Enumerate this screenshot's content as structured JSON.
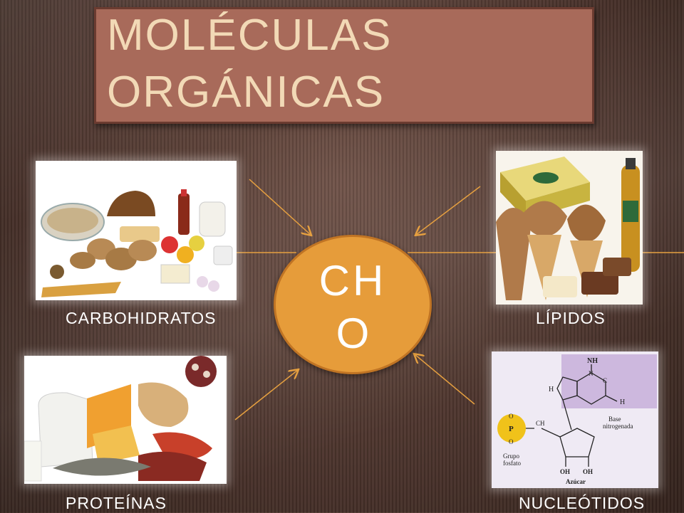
{
  "title": {
    "line1": "MOLÉCULAS",
    "line2": "ORGÁNICAS"
  },
  "center": {
    "line1": "CH",
    "line2": "O"
  },
  "categories": [
    {
      "label": "CARBOHIDRATOS"
    },
    {
      "label": "LÍPIDOS"
    },
    {
      "label": "PROTEÍNAS"
    },
    {
      "label": "NUCLEÓTIDOS"
    }
  ],
  "nucleotide_diagram": {
    "base_label_1": "Base",
    "base_label_2": "nitrogenada",
    "phosphate_label_1": "Grupo",
    "phosphate_label_2": "fosfato",
    "sugar_label": "Azúcar",
    "nh": "NH",
    "h": "H",
    "c": "C",
    "n": "N",
    "o": "O",
    "p": "P",
    "oh": "OH",
    "ch": "CH"
  },
  "colors": {
    "title_bg": "#a86a5a",
    "title_text": "#f2d9b6",
    "center_fill": "#e69c3a",
    "connector": "#e6a040"
  },
  "icons": [
    "carbohydrate-food-photo",
    "lipid-food-photo",
    "protein-food-photo",
    "nucleotide-structure-diagram"
  ]
}
